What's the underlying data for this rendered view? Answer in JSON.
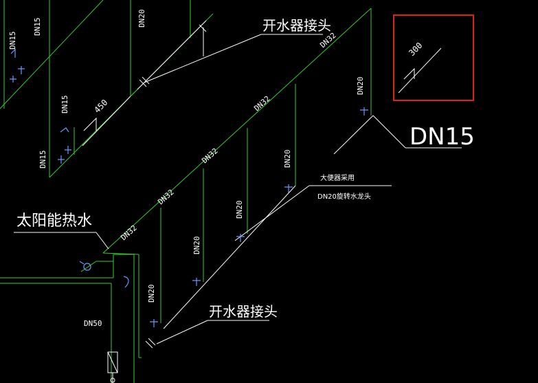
{
  "colors": {
    "background": "#000000",
    "pipe": "#33cc33",
    "annotation": "#ffffff",
    "fixture": "#6699ff",
    "highlight": "#e02020"
  },
  "labels": {
    "dn15_a": "DN15",
    "dn15_b": "DN15",
    "dn15_c": "DN15",
    "dn15_d": "DN15",
    "dn15_big": "DN15",
    "dn20_top": "DN20",
    "dn20_a": "DN20",
    "dn20_b": "DN20",
    "dn20_c": "DN20",
    "dn20_d": "DN20",
    "dn20_e": "DN20",
    "dn32_a": "DN32",
    "dn32_b": "DN32",
    "dn32_c": "DN32",
    "dn32_d": "DN32",
    "dn32_e": "DN32",
    "dn50": "DN50",
    "dim_450": "450",
    "dim_300": "300",
    "note_open_top": "开水器接头",
    "note_open_bottom": "开水器接头",
    "note_solar": "太阳能热水",
    "note_mop_line1": "大便器采用",
    "note_mop_line2": "DN20旋转水龙头"
  }
}
